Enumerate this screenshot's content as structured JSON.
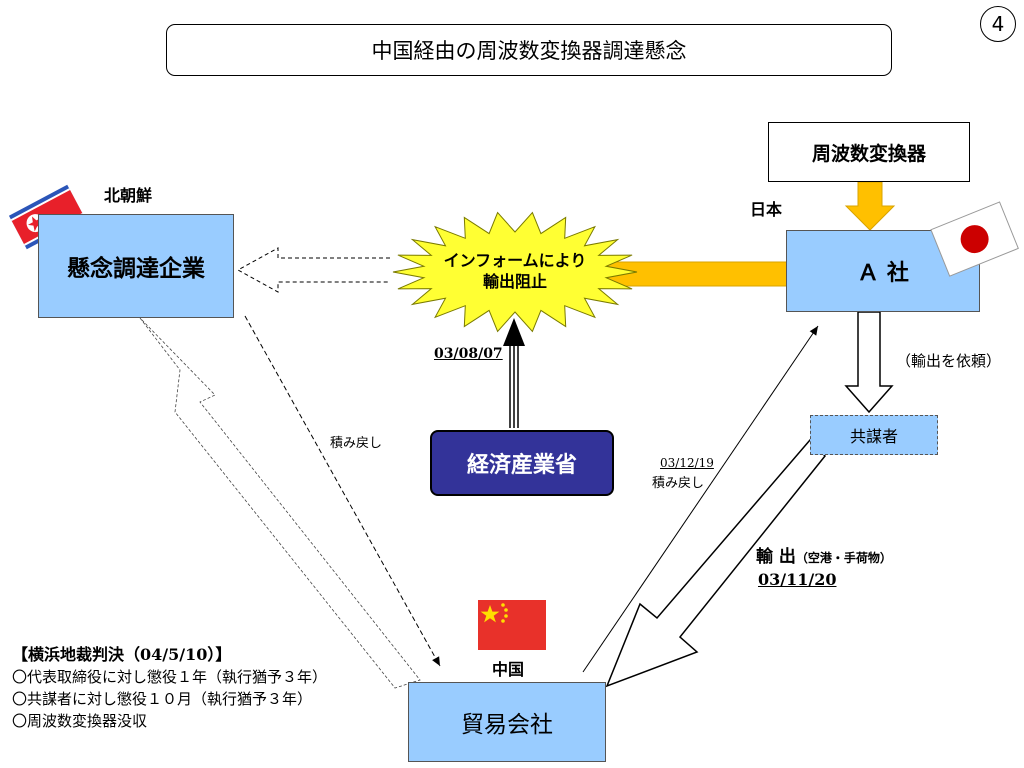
{
  "page_number": "4",
  "title": "中国経由の周波数変換器調達懸念",
  "nodes": {
    "concern_company": "懸念調達企業",
    "north_korea": "北朝鮮",
    "frequency_converter": "周波数変換器",
    "japan": "日本",
    "company_a": "Ａ 社",
    "co_conspirator": "共謀者",
    "meti": "経済産業省",
    "trading_company": "貿易会社",
    "china": "中国"
  },
  "burst": {
    "line1": "インフォームにより",
    "line2": "輸出阻止"
  },
  "labels": {
    "meti_date": "03/08/07",
    "reshipment_left": "積み戻し",
    "reshipment_right_date": "03/12/19",
    "reshipment_right": "積み戻し",
    "export_request": "（輸出を依頼）",
    "export_label": "輸 出",
    "export_detail": "（空港・手荷物）",
    "export_date": "03/11/20"
  },
  "verdict": {
    "heading_prefix": "【横浜地裁判決（",
    "heading_date": "04/5/10",
    "heading_suffix": "）】",
    "lines": [
      "〇代表取締役に対し懲役１年（執行猶予３年）",
      "〇共謀者に対し懲役１０月（執行猶予３年）",
      "〇周波数変換器没収"
    ]
  },
  "colors": {
    "box_blue": "#99ccff",
    "meti_navy": "#333399",
    "burst_yellow": "#ffff33",
    "arrow_orange": "#ffc000",
    "nk_red": "#e8202a",
    "nk_blue": "#2b55b8",
    "china_red": "#e8312a",
    "china_yellow": "#ffde00",
    "japan_red": "#cc0000"
  }
}
